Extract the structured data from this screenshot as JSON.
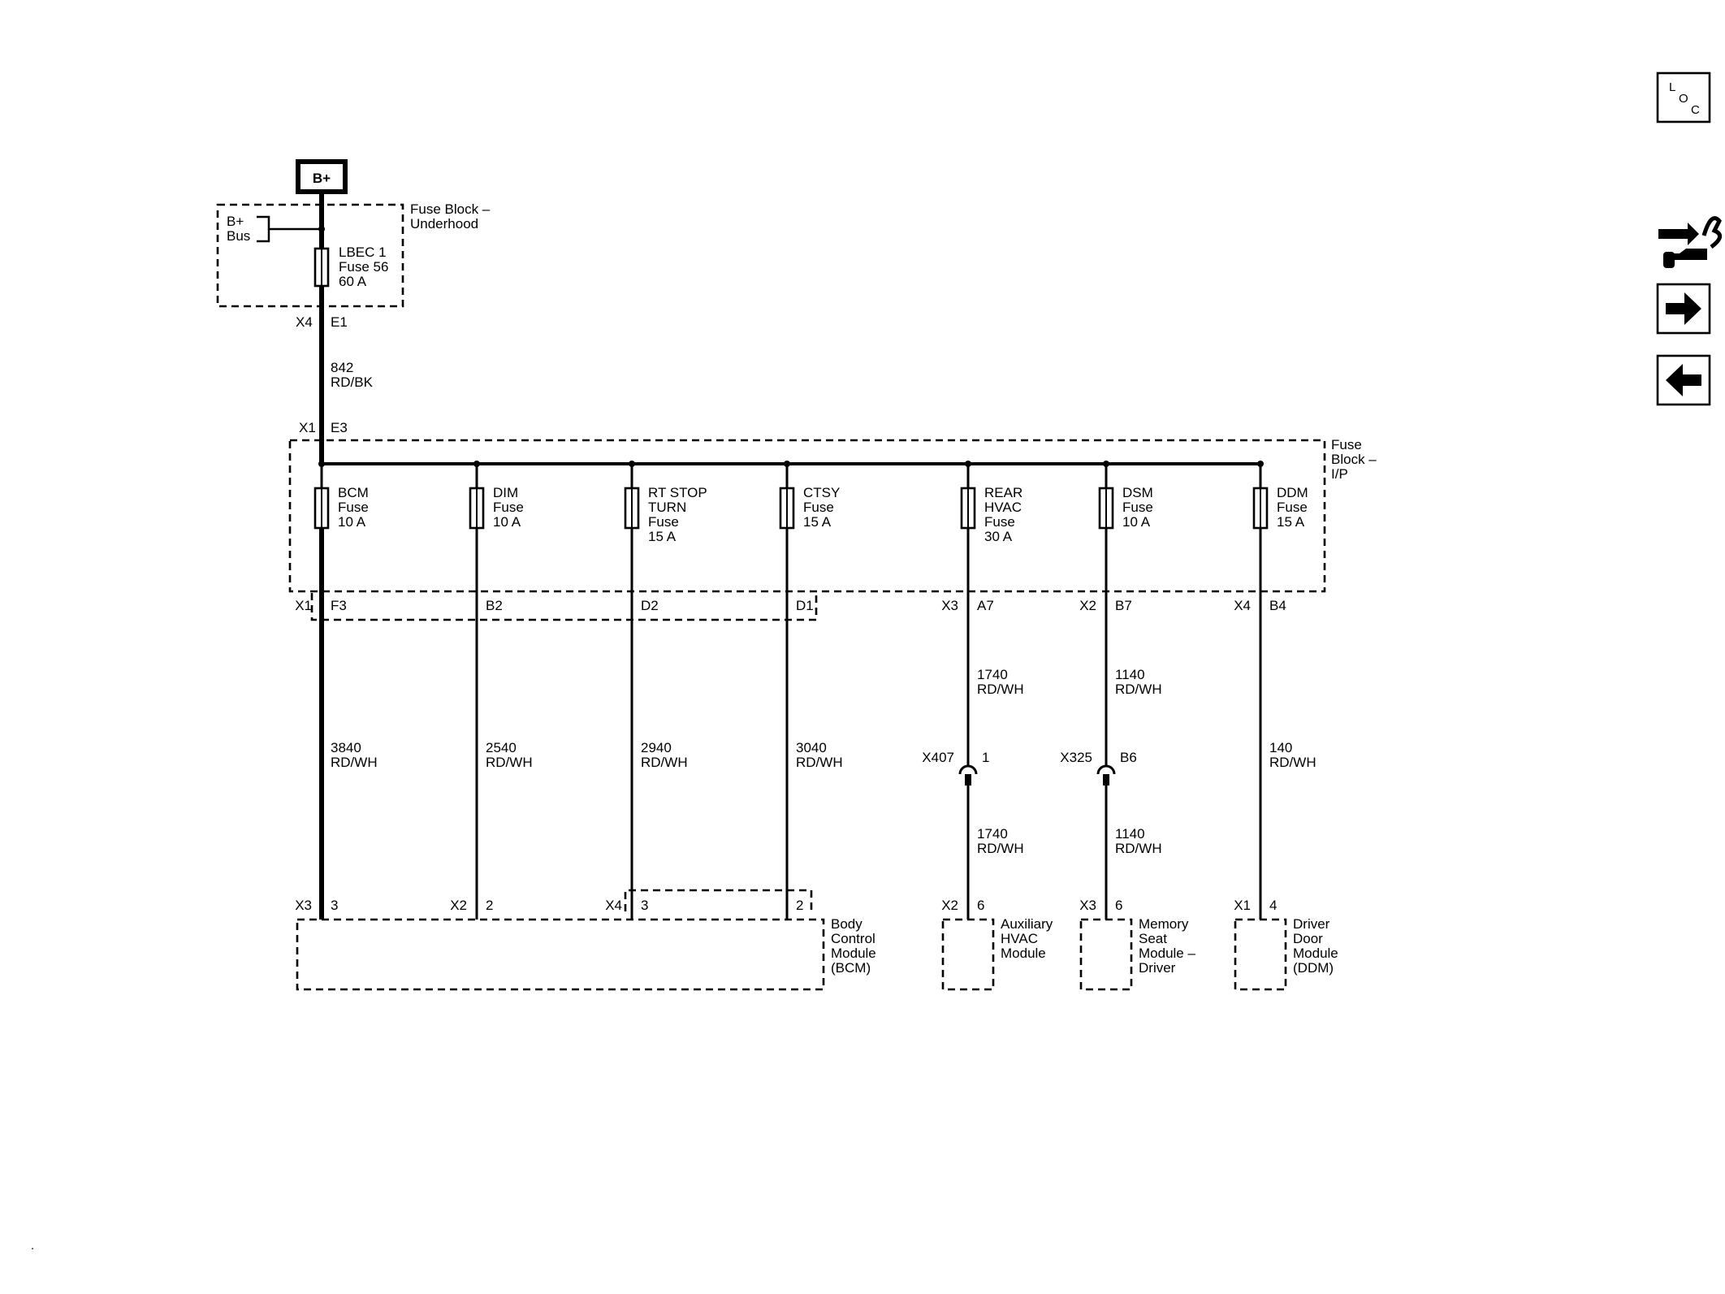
{
  "power_source": {
    "label": "B+"
  },
  "fuse_block_underhood": {
    "title_1": "Fuse Block –",
    "title_2": "Underhood",
    "bus_1": "B+",
    "bus_2": "Bus",
    "fuse_lines": [
      "LBEC 1",
      "Fuse 56",
      "60 A"
    ],
    "out_conn": "X4",
    "out_pin": "E1"
  },
  "main_feed": {
    "circuit": "842",
    "color": "RD/BK",
    "conn": "X1",
    "pin": "E3"
  },
  "fuse_block_ip": {
    "title_1": "Fuse",
    "title_2": "Block –",
    "title_3": "I/P"
  },
  "branches": [
    {
      "fuse_lines": [
        "BCM",
        "Fuse",
        "10 A"
      ],
      "out_conn": "X1",
      "out_pin": "F3",
      "circuit": "3840",
      "color": "RD/WH",
      "dest_conn": "X3",
      "dest_pin": "3"
    },
    {
      "fuse_lines": [
        "DIM",
        "Fuse",
        "10 A"
      ],
      "out_conn": "",
      "out_pin": "B2",
      "circuit": "2540",
      "color": "RD/WH",
      "dest_conn": "X2",
      "dest_pin": "2"
    },
    {
      "fuse_lines": [
        "RT STOP",
        "TURN",
        "Fuse",
        "15 A"
      ],
      "out_conn": "",
      "out_pin": "D2",
      "circuit": "2940",
      "color": "RD/WH",
      "dest_conn": "X4",
      "dest_pin": "3"
    },
    {
      "fuse_lines": [
        "CTSY",
        "Fuse",
        "15 A"
      ],
      "out_conn": "",
      "out_pin": "D1",
      "circuit": "3040",
      "color": "RD/WH",
      "dest_conn": "",
      "dest_pin": "2"
    },
    {
      "fuse_lines": [
        "REAR",
        "HVAC",
        "Fuse",
        "30 A"
      ],
      "out_conn": "X3",
      "out_pin": "A7",
      "circuit": "1740",
      "color": "RD/WH",
      "inline_conn": "X407",
      "inline_pin": "1",
      "circuit_2": "1740",
      "color_2": "RD/WH",
      "dest_conn": "X2",
      "dest_pin": "6"
    },
    {
      "fuse_lines": [
        "DSM",
        "Fuse",
        "10 A"
      ],
      "out_conn": "X2",
      "out_pin": "B7",
      "circuit": "1140",
      "color": "RD/WH",
      "inline_conn": "X325",
      "inline_pin": "B6",
      "circuit_2": "1140",
      "color_2": "RD/WH",
      "dest_conn": "X3",
      "dest_pin": "6"
    },
    {
      "fuse_lines": [
        "DDM",
        "Fuse",
        "15 A"
      ],
      "out_conn": "X4",
      "out_pin": "B4",
      "circuit": "140",
      "color": "RD/WH",
      "dest_conn": "X1",
      "dest_pin": "4"
    }
  ],
  "modules": [
    {
      "lines": [
        "Body",
        "Control",
        "Module",
        "(BCM)"
      ]
    },
    {
      "lines": [
        "Auxiliary",
        "HVAC",
        "Module"
      ]
    },
    {
      "lines": [
        "Memory",
        "Seat",
        "Module –",
        "Driver"
      ]
    },
    {
      "lines": [
        "Driver",
        "Door",
        "Module",
        "(DDM)"
      ]
    }
  ],
  "side_panel": {
    "loc_l": "L",
    "loc_o": "O",
    "loc_c": "C",
    "icons": [
      "connector-end-view-icon",
      "arrow-right-icon",
      "arrow-left-icon"
    ]
  },
  "footnote_mark": "."
}
